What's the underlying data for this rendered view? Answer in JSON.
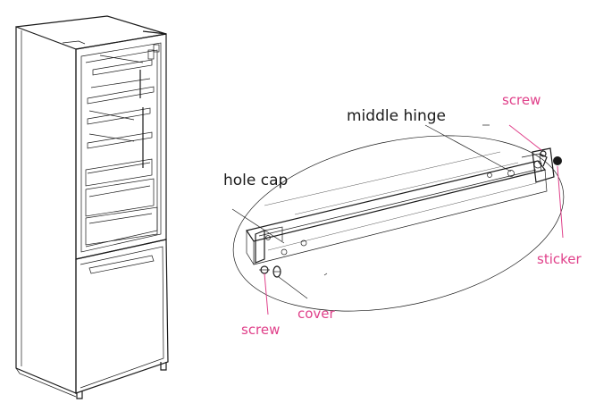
{
  "labels": {
    "hole_cap": "hole cap",
    "middle_hinge": "middle hinge",
    "screw_top": "screw",
    "sticker": "sticker",
    "screw_bottom": "screw",
    "cover": "cover"
  },
  "colors": {
    "callout_pink": "#e0408a",
    "line_black": "#1a1a1a"
  }
}
